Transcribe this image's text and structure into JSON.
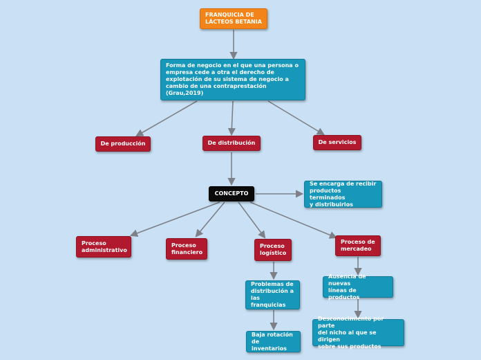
{
  "nodes": {
    "root": "FRANQUICIA DE\nLÁCTEOS BETANIA",
    "definition": "Forma de negocio en el que una persona o\nempresa cede a otra el derecho de\nexplotación de su sistema de negocio a\ncambio de una contraprestación\n(Grau,2019)",
    "produccion": "De producción",
    "distribucion": "De distribución",
    "servicios": "De servicios",
    "concepto": "CONCEPTO",
    "concepto_desc": "Se encarga de recibir\nproductos terminados\ny distribuirlos",
    "proc_admin": "Proceso\nadministrativo",
    "proc_fin": "Proceso\nfinanciero",
    "proc_log": "Proceso\nlogístico",
    "proc_merc": "Proceso de\nmercadeo",
    "problemas": "Problemas de\ndistribución a\nlas franquicias",
    "baja_rotacion": "Baja rotación\nde inventarios",
    "ausencia": "Ausencia de nuevas\nlíneas de productos",
    "desconocimiento": "Desconocimiento por parte\ndel nicho al que se dirigen\nsobre sus productos"
  },
  "colors": {
    "background": "#c9e0f5",
    "orange": "#f28419",
    "blue": "#1797b9",
    "red": "#b11a2e",
    "black": "#0a0a0a",
    "edge": "#7d8087"
  }
}
